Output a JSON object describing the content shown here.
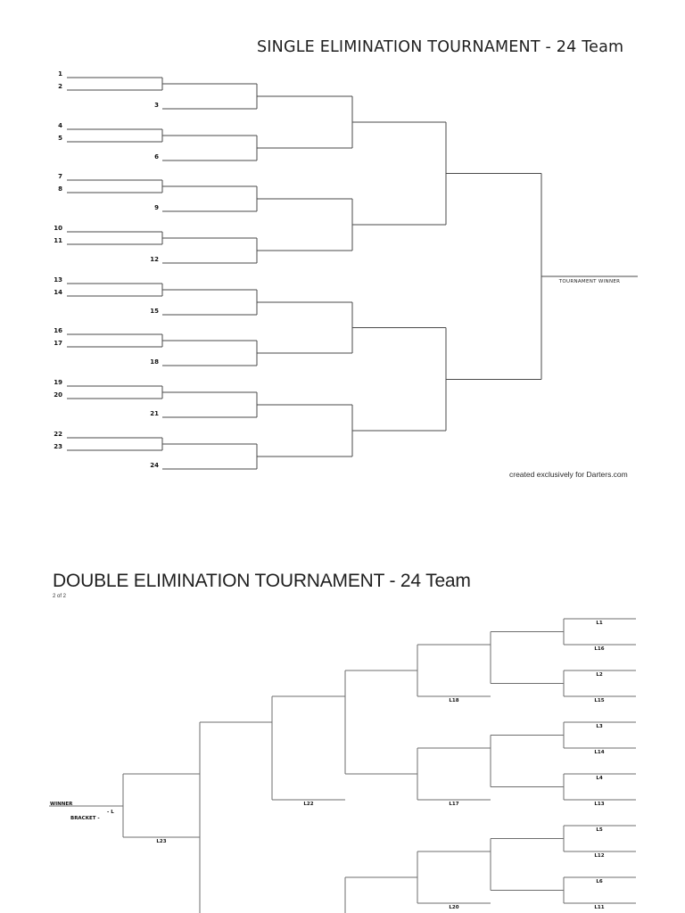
{
  "single": {
    "title": "SINGLE ELIMINATION TOURNAMENT - 24 Team",
    "teams": [
      "1",
      "2",
      "3",
      "4",
      "5",
      "6",
      "7",
      "8",
      "9",
      "10",
      "11",
      "12",
      "13",
      "14",
      "15",
      "16",
      "17",
      "18",
      "19",
      "20",
      "21",
      "22",
      "23",
      "24"
    ],
    "winner_label": "TOURNAMENT WINNER",
    "credit": "created exclusively for Darters.com"
  },
  "double": {
    "title": "DOUBLE ELIMINATION TOURNAMENT - 24 Team",
    "page_indicator": "2 of 2",
    "right_column_slots": [
      "L1",
      "L16",
      "L2",
      "L15",
      "L3",
      "L14",
      "L4",
      "L13",
      "L5",
      "L12",
      "L6",
      "L11"
    ],
    "drop_labels": {
      "l18": "L18",
      "l17": "L17",
      "l20": "L20",
      "l22": "L22",
      "l23": "L23"
    },
    "winner_text": {
      "winner": "WINNER",
      "dash_l": "- L",
      "bracket": "BRACKET -"
    }
  },
  "colors": {
    "line_single": "#4a4a4a",
    "line_double": "#6e6e6e",
    "text": "#1f1f1f"
  }
}
